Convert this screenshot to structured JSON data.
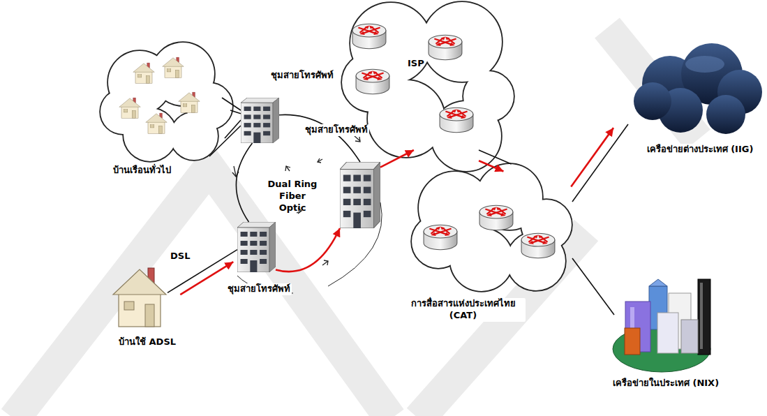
{
  "diagram": {
    "nodes": [
      {
        "text": [
          "บ้านเรือนทั่วไป"
        ]
      },
      {
        "text": [
          "ชุมสายโทรศัพท์"
        ]
      },
      {
        "text": [
          "ชุมสายโทรศัพท์"
        ]
      },
      {
        "text": [
          "ชุมสายโทรศัพท์"
        ]
      },
      {
        "text": [
          "บ้านใช้ ADSL"
        ]
      },
      {
        "text": [
          "ISP"
        ]
      },
      {
        "text": [
          "การสื่อสารแห่งประเทศไทย (CAT)"
        ]
      },
      {
        "text": [
          "เครือข่ายต่างประเทศ (IIG)"
        ]
      },
      {
        "text": [
          "เครือข่ายในประเทศ (NIX)"
        ]
      }
    ],
    "edges": [
      {
        "from": 0,
        "to": 1,
        "arrow": "none"
      },
      {
        "from": 4,
        "to": 3,
        "label": "DSL",
        "arrow": "to"
      },
      {
        "from": 3,
        "to": 2,
        "arrow": "to"
      },
      {
        "from": 1,
        "to": 2,
        "arrow": "none"
      },
      {
        "from": 1,
        "to": 3,
        "arrow": "none"
      },
      {
        "from": 2,
        "to": 5,
        "arrow": "to"
      },
      {
        "from": 5,
        "to": 6,
        "arrow": "to"
      },
      {
        "from": 6,
        "to": 7,
        "arrow": "to"
      },
      {
        "from": 6,
        "to": 8,
        "arrow": "none"
      }
    ],
    "labels": [
      "Dual Ring Fiber Optic"
    ]
  }
}
